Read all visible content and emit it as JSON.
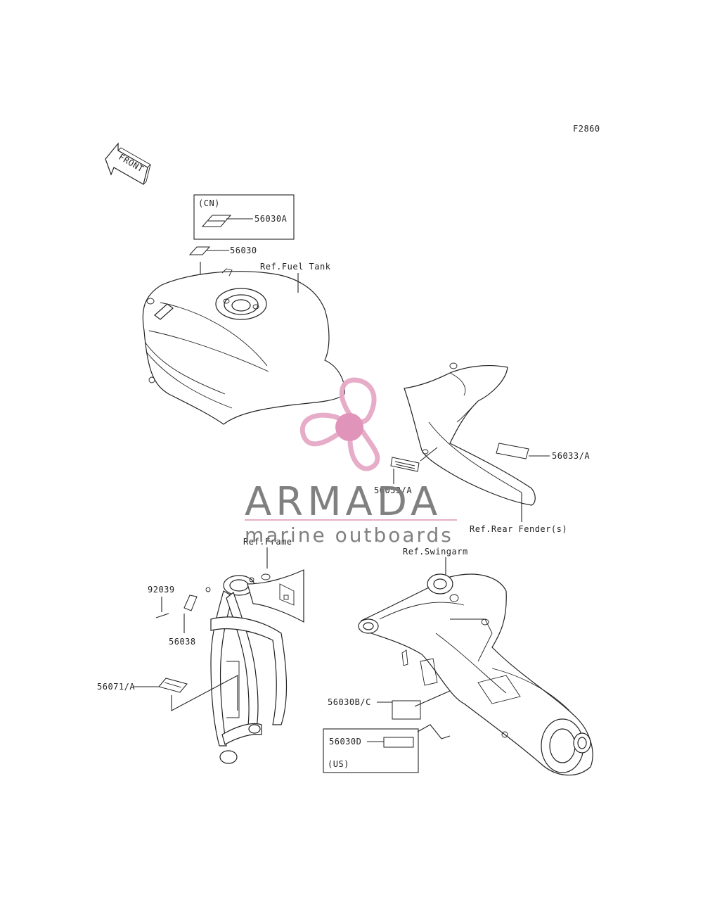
{
  "diagram_code": "F2860",
  "front_arrow": {
    "text": "FRONT",
    "icon": "front-arrow-icon"
  },
  "callouts": {
    "cn_box_tag": "(CN)",
    "p56030A": "56030A",
    "p56030": "56030",
    "ref_fuel_tank": "Ref.Fuel Tank",
    "p56033A": "56033/A",
    "p56053A": "56053/A",
    "ref_rear_fender": "Ref.Rear Fender(s)",
    "ref_frame": "Ref.Frame",
    "ref_swingarm": "Ref.Swingarm",
    "p92039": "92039",
    "p56038": "56038",
    "p56071A": "56071/A",
    "p56030BC": "56030B/C",
    "p56030D": "56030D",
    "us_box_tag": "(US)"
  },
  "watermark": {
    "brand": "ARMADA",
    "tagline": "marine outboards",
    "colors": {
      "logo_pink": "#e6a9c6",
      "logo_center": "#e08fb7",
      "text_gray": "#7a7a7a"
    },
    "icon": "propeller-logo-icon"
  }
}
